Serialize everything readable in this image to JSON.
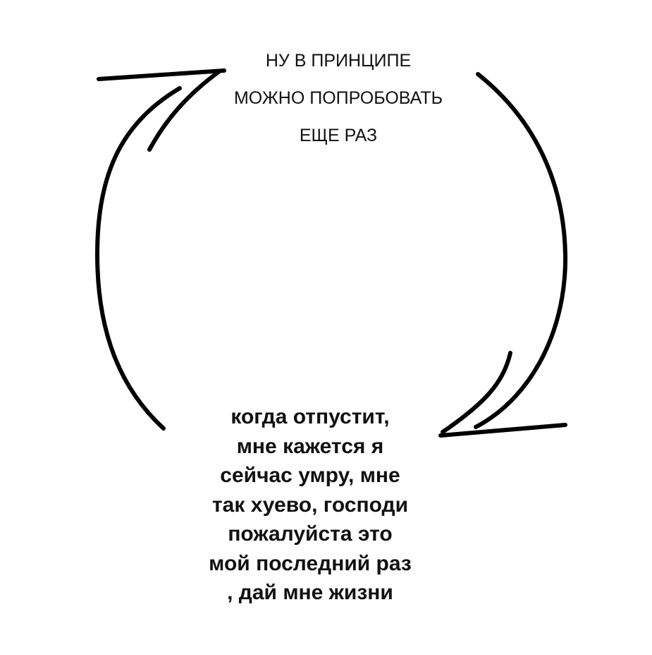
{
  "top_caption": {
    "lines": [
      "НУ В ПРИНЦИПЕ",
      "МОЖНО ПОПРОБОВАТЬ",
      "ЕЩЕ РАЗ"
    ]
  },
  "bottom_caption": {
    "lines": [
      "когда отпустит,",
      "мне кажется я",
      "сейчас умру, мне",
      "так хуево, господи",
      "пожалуйста это",
      "мой последний раз",
      ", дай мне жизни"
    ]
  },
  "colors": {
    "stroke": "#000000",
    "background": "#ffffff"
  }
}
